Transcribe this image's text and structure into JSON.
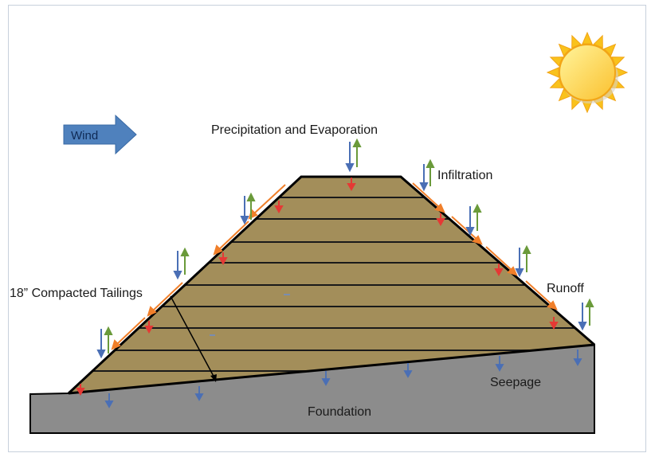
{
  "labels": {
    "wind": "Wind",
    "precipitation": "Precipitation and Evaporation",
    "infiltration": "Infiltration",
    "runoff": "Runoff",
    "compacted": "18” Compacted Tailings",
    "seepage": "Seepage",
    "foundation": "Foundation"
  },
  "colors": {
    "dam_fill": "#a38e5a",
    "foundation_fill": "#8c8c8c",
    "wind_arrow": "#4f81bd",
    "sun": "#fdd835",
    "sun_ray": "#f9a825",
    "runoff_arrow": "#f07f2a",
    "infiltration_arrow": "#e53935",
    "precip_arrow": "#4a6fb5",
    "evap_arrow": "#6a9a3a"
  },
  "icons": [
    "sun-icon",
    "wind-arrow-icon"
  ]
}
